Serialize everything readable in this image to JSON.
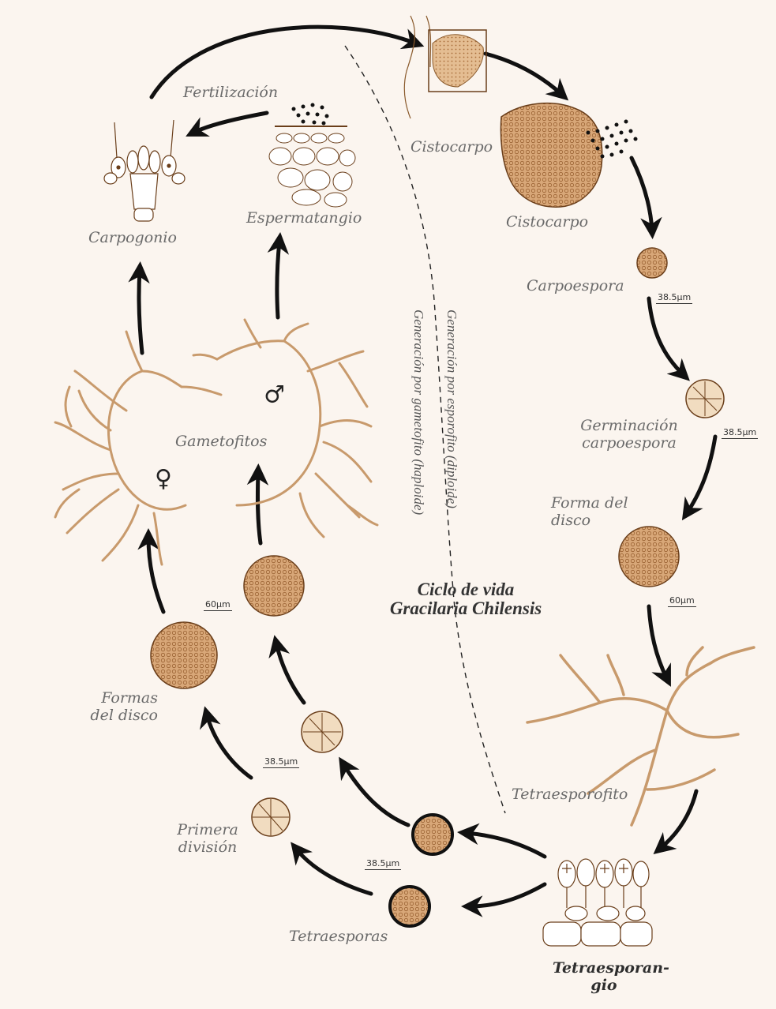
{
  "colors": {
    "background": "#fbf5ef",
    "alga": "#d2a87a",
    "alga_dark": "#8a5a2c",
    "arrow": "#111111",
    "label": "#6a6a6a"
  },
  "title": {
    "line1": "Ciclo de vida",
    "line2": "Gracilaria Chilensis"
  },
  "divider": {
    "diploid_label": "Generación por esporofito (diploide)",
    "haploid_label": "Generación por gametofito (haploide)"
  },
  "stages": {
    "fertilizacion": "Fertilización",
    "carpogonio": "Carpogonio",
    "espermatangio": "Espermatangio",
    "cistocarpo_1": "Cistocarpo",
    "cistocarpo_2": "Cistocarpo",
    "carpoespora": "Carpoespora",
    "germinacion_line1": "Germinación",
    "germinacion_line2": "carpoespora",
    "forma_disco_line1": "Forma del",
    "forma_disco_line2": "disco",
    "tetraesporofito": "Tetraesporofito",
    "tetraesporangio_line1": "Tetraesporan-",
    "tetraesporangio_line2": "gio",
    "tetraesporas": "Tetraesporas",
    "primera_division_line1": "Primera",
    "primera_division_line2": "división",
    "formas_disco_line1": "Formas",
    "formas_disco_line2": "del disco",
    "gametofitos": "Gametofitos"
  },
  "symbols": {
    "female": "♀",
    "male": "♂"
  },
  "scales": {
    "carpoespora": "38.5µm",
    "germinacion": "38.5µm",
    "forma_disco": "60µm",
    "gametofito_disco": "60µm",
    "division_1": "38.5µm",
    "division_2": "38.5µm"
  }
}
